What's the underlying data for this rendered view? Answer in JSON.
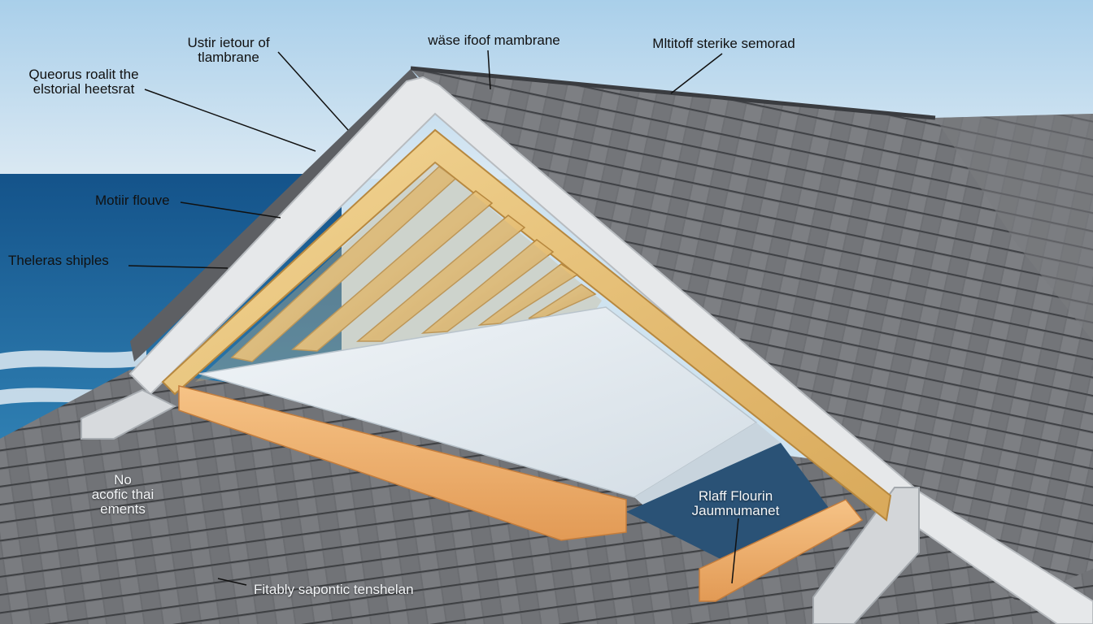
{
  "labels": {
    "top_left_1": "Ustir ietour of",
    "top_left_2": "tlambrane",
    "upper_left_1": "Queorus roalit the",
    "upper_left_2": "elstorial heetsrat",
    "top_center": "wäse ifoof mambrane",
    "top_right": "Mltitoff sterike semorad",
    "mid_left": "Motiir flouve",
    "lower_left": "Theleras shiples",
    "bottom_left_1": "No",
    "bottom_left_2": "acofic thai",
    "bottom_left_3": "ements",
    "bottom_center": "Fitably sapontic tenshelan",
    "bottom_right_1": "Rlaff Flourin",
    "bottom_right_2": "Jaumnumanet"
  },
  "colors": {
    "sky": "#b9d8ee",
    "ocean": "#1f5f95",
    "shingle": "#6d6f73",
    "fascia": "#e4e6e8",
    "timber": "#e9c581",
    "membrane": "#e3ebf1",
    "beam": "#f0b070"
  }
}
